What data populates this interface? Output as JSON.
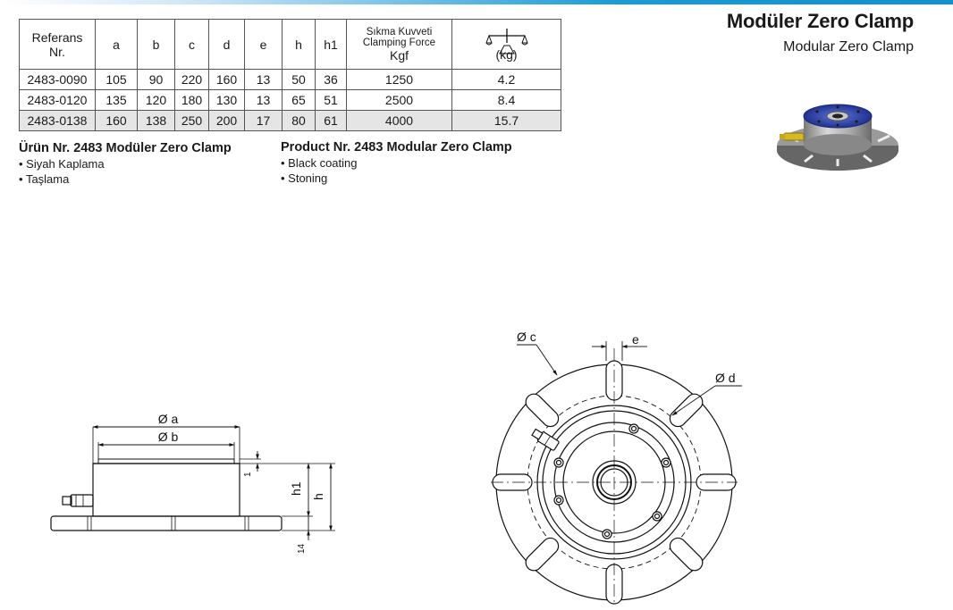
{
  "header": {
    "title": "Modüler Zero Clamp",
    "subtitle": "Modular Zero Clamp"
  },
  "table": {
    "headers": {
      "ref_line1": "Referans",
      "ref_line2": "Nr.",
      "a": "a",
      "b": "b",
      "c": "c",
      "d": "d",
      "e": "e",
      "h": "h",
      "h1": "h1",
      "force_tr": "Sıkma Kuvveti",
      "force_en": "Clamping Force",
      "force_unit": "Kgf",
      "weight_icon": "scale-icon",
      "weight_unit": "(kg)"
    },
    "rows": [
      {
        "ref": "2483-0090",
        "a": "105",
        "b": "90",
        "c": "220",
        "d": "160",
        "e": "13",
        "h": "50",
        "h1": "36",
        "force": "1250",
        "weight": "4.2"
      },
      {
        "ref": "2483-0120",
        "a": "135",
        "b": "120",
        "c": "180",
        "d": "130",
        "e": "13",
        "h": "65",
        "h1": "51",
        "force": "2500",
        "weight": "8.4"
      },
      {
        "ref": "2483-0138",
        "a": "160",
        "b": "138",
        "c": "250",
        "d": "200",
        "e": "17",
        "h": "80",
        "h1": "61",
        "force": "4000",
        "weight": "15.7"
      }
    ]
  },
  "description_tr": {
    "heading": "Ürün Nr. 2483 Modüler Zero Clamp",
    "items": [
      "Siyah Kaplama",
      "Taşlama"
    ]
  },
  "description_en": {
    "heading": "Product Nr. 2483 Modular Zero Clamp",
    "items": [
      "Black coating",
      "Stoning"
    ]
  },
  "side_view": {
    "dim_a": "Ø a",
    "dim_b": "Ø b",
    "dim_1": "1",
    "dim_h1": "h1",
    "dim_h": "h",
    "dim_14": "14"
  },
  "top_view": {
    "dim_c": "Ø c",
    "dim_d": "Ø d",
    "dim_e": "e"
  },
  "colors": {
    "accent_bar": "#1190d0",
    "last_row_bg": "#e5e5e5",
    "product_blue": "#2b3fa8",
    "fitting_yellow": "#d8b820"
  }
}
